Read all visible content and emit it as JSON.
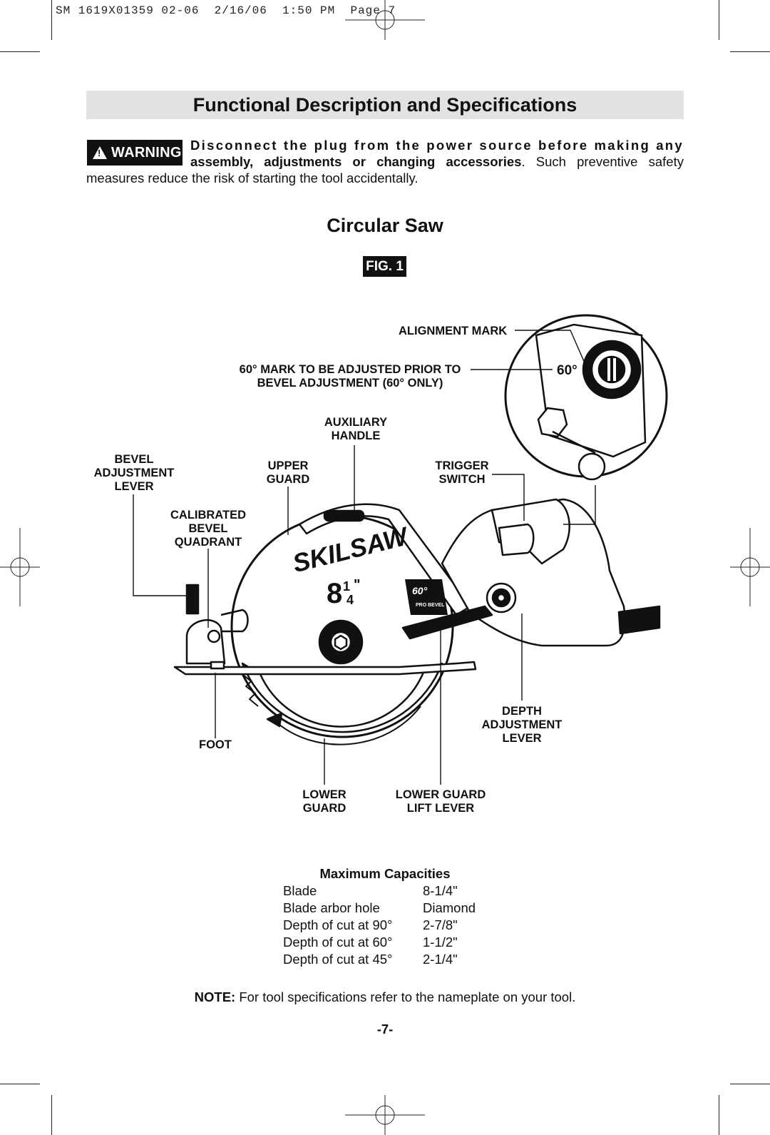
{
  "slug": "SM 1619X01359 02-06  2/16/06  1:50 PM  Page 7",
  "title": "Functional Description and Specifications",
  "warning": {
    "badge": "WARNING",
    "lead": "Disconnect the plug from the power source before making any",
    "bold_tail": "assembly, adjustments or changing accessories",
    "rest": ". Such preventive safety measures reduce the risk of starting the tool accidentally."
  },
  "section_title": "Circular Saw",
  "figure_label": "FIG. 1",
  "diagram": {
    "brand": "SKILSAW",
    "blade_size_whole": "8",
    "blade_size_frac_num": "1",
    "blade_size_frac_den": "4",
    "blade_size_inch": "\"",
    "bevel_badge": "60°",
    "bevel_badge_sub": "PRO BEVEL",
    "inset_angle": "60°",
    "labels": {
      "alignment_mark": "ALIGNMENT MARK",
      "sixty_mark": [
        "60° MARK TO BE ADJUSTED PRIOR TO",
        "BEVEL ADJUSTMENT (60° ONLY)"
      ],
      "auxiliary_handle": [
        "AUXILIARY",
        "HANDLE"
      ],
      "bevel_adjustment_lever": [
        "BEVEL",
        "ADJUSTMENT",
        "LEVER"
      ],
      "upper_guard": [
        "UPPER",
        "GUARD"
      ],
      "trigger_switch": [
        "TRIGGER",
        "SWITCH"
      ],
      "calibrated_bevel_quadrant": [
        "CALIBRATED",
        "BEVEL",
        "QUADRANT"
      ],
      "foot": "FOOT",
      "depth_adjustment_lever": [
        "DEPTH",
        "ADJUSTMENT",
        "LEVER"
      ],
      "lower_guard": [
        "LOWER",
        "GUARD"
      ],
      "lower_guard_lift_lever": [
        "LOWER GUARD",
        "LIFT LEVER"
      ]
    }
  },
  "capacities": {
    "title": "Maximum Capacities",
    "rows": [
      {
        "label": "Blade",
        "value": "8-1/4\""
      },
      {
        "label": "Blade arbor hole",
        "value": "Diamond"
      },
      {
        "label": "Depth of cut at 90°",
        "value": "2-7/8\""
      },
      {
        "label": "Depth of cut at 60°",
        "value": "1-1/2\""
      },
      {
        "label": "Depth of cut at 45°",
        "value": "2-1/4\""
      }
    ]
  },
  "note": {
    "label": "NOTE:",
    "text": " For tool specifications refer to the nameplate on your tool."
  },
  "page_number": "-7-"
}
